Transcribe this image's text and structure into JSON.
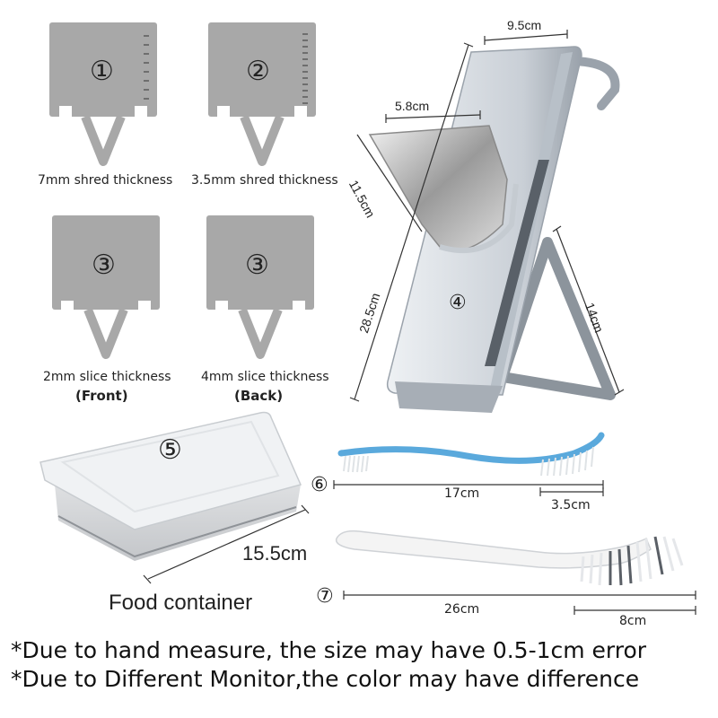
{
  "blades": [
    {
      "number": "①",
      "label": "7mm shred thickness",
      "sub": ""
    },
    {
      "number": "②",
      "label": "3.5mm shred thickness",
      "sub": ""
    },
    {
      "number": "③",
      "label": "2mm slice thickness",
      "sub": "(Front)"
    },
    {
      "number": "③",
      "label": "4mm slice thickness",
      "sub": "(Back)"
    }
  ],
  "slicer": {
    "number": "④",
    "width_label": "9.5cm",
    "chute_width_label": "5.8cm",
    "chute_depth_label": "11.5cm",
    "height_label": "28.5cm",
    "stand_label": "14cm"
  },
  "container": {
    "number": "⑤",
    "length_label": "15.5cm",
    "caption": "Food container"
  },
  "brush_small": {
    "number": "⑥",
    "length_label": "17cm",
    "head_label": "3.5cm"
  },
  "brush_large": {
    "number": "⑦",
    "length_label": "26cm",
    "head_label": "8cm"
  },
  "notes": [
    "*Due to hand measure, the size may have 0.5-1cm error",
    "*Due to Different Monitor,the color may have difference"
  ],
  "colors": {
    "blade_gray": "#a8a8a8",
    "slicer_body": "#d8dde3",
    "brush_blue": "#5aa9dc",
    "brush_white": "#f4f4f4"
  }
}
